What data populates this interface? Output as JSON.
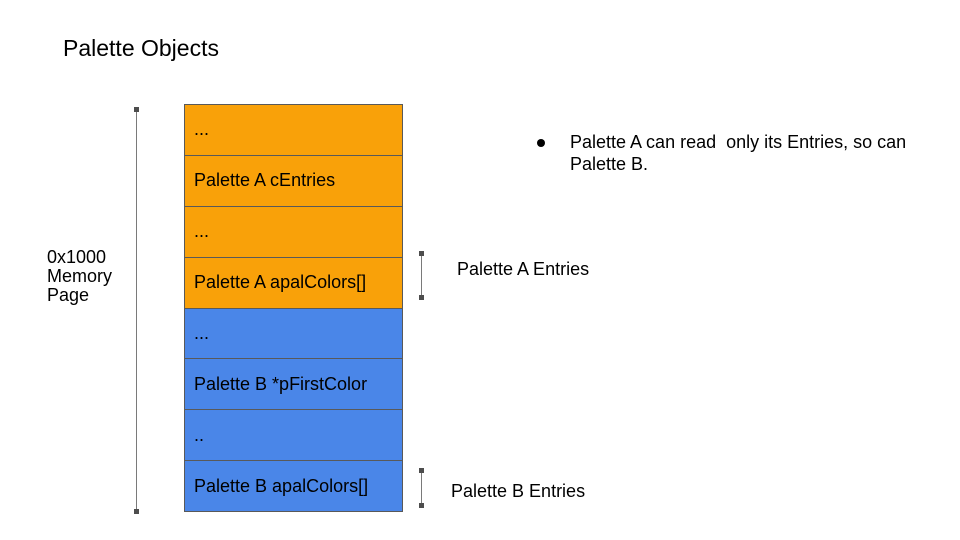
{
  "title": "Palette Objects",
  "memory_page_label": "0x1000\nMemory\nPage",
  "memory_map": {
    "rows": [
      {
        "label": "...",
        "color": "#F9A109"
      },
      {
        "label": "Palette A cEntries",
        "color": "#F9A109"
      },
      {
        "label": "...",
        "color": "#F9A109"
      },
      {
        "label": "Palette A apalColors[]",
        "color": "#F9A109"
      },
      {
        "label": "...",
        "color": "#4A86E8"
      },
      {
        "label": "Palette B *pFirstColor",
        "color": "#4A86E8"
      },
      {
        "label": "..",
        "color": "#4A86E8"
      },
      {
        "label": "Palette B apalColors[]",
        "color": "#4A86E8"
      }
    ]
  },
  "annotations": {
    "palette_a_entries": "Palette A Entries",
    "palette_b_entries": "Palette B Entries"
  },
  "note": {
    "lines": [
      "Palette A can read  only its Entries, so can",
      "Palette B."
    ]
  },
  "colors": {
    "palette_a": "#F9A109",
    "palette_b": "#4A86E8",
    "box_border": "#595959",
    "extent_line": "#7a7a7a",
    "text": "#000000"
  }
}
